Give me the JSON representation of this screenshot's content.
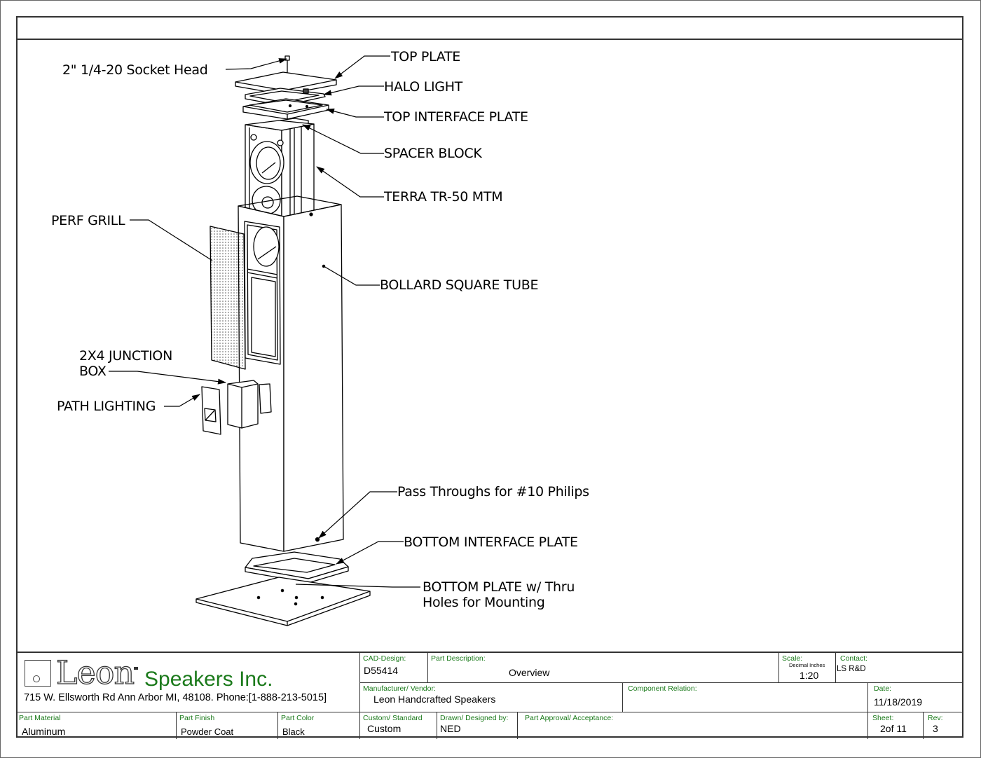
{
  "drawing": {
    "title": "Bollard speaker exploded assembly",
    "callouts": [
      {
        "id": "socket-head",
        "label": "2\"  1/4-20 Socket Head"
      },
      {
        "id": "top-plate",
        "label": "TOP PLATE"
      },
      {
        "id": "halo-light",
        "label": "HALO LIGHT"
      },
      {
        "id": "top-interface-plate",
        "label": "TOP INTERFACE PLATE"
      },
      {
        "id": "spacer-block",
        "label": "SPACER BLOCK"
      },
      {
        "id": "terra-tr50",
        "label": "TERRA TR-50 MTM"
      },
      {
        "id": "perf-grill",
        "label": "PERF GRILL"
      },
      {
        "id": "bollard-tube",
        "label": "BOLLARD SQUARE TUBE"
      },
      {
        "id": "junction-box",
        "label": "2X4 JUNCTION\nBOX"
      },
      {
        "id": "path-lighting",
        "label": "PATH LIGHTING"
      },
      {
        "id": "pass-throughs",
        "label": "Pass Throughs for #10 Philips"
      },
      {
        "id": "bottom-interface-plate",
        "label": "BOTTOM INTERFACE PLATE"
      },
      {
        "id": "bottom-plate",
        "label": "BOTTOM PLATE w/ Thru\nHoles for Mounting"
      }
    ]
  },
  "title_block": {
    "company": {
      "logo_text": "Leon",
      "name": "Speakers Inc.",
      "address": "715 W. Ellsworth Rd Ann Arbor MI,  48108. Phone:[1-888-213-5015]"
    },
    "part_material": {
      "label": "Part Material",
      "value": "Aluminum"
    },
    "part_finish": {
      "label": "Part Finish",
      "value": "Powder Coat"
    },
    "part_color": {
      "label": "Part Color",
      "value": "Black"
    },
    "cad_design": {
      "label": "CAD-Design:",
      "value": "D55414"
    },
    "part_description": {
      "label": "Part Description:",
      "value": "Overview"
    },
    "scale": {
      "label": "Scale:",
      "units": "Decimal Inches",
      "value": "1:20"
    },
    "contact": {
      "label": "Contact:",
      "value": "LS R&D"
    },
    "manufacturer": {
      "label": "Manufacturer/ Vendor:",
      "value": "Leon Handcrafted Speakers"
    },
    "component_relation": {
      "label": "Component Relation:",
      "value": ""
    },
    "date": {
      "label": "Date:",
      "value": "11/18/2019"
    },
    "custom_standard": {
      "label": "Custom/ Standard",
      "value": "Custom"
    },
    "drawn_by": {
      "label": "Drawn/ Designed by:",
      "value": "NED"
    },
    "part_approval": {
      "label": "Part Approval/ Acceptance:",
      "value": ""
    },
    "sheet": {
      "label": "Sheet:",
      "value": "2of 11"
    },
    "rev": {
      "label": "Rev:",
      "value": "3"
    }
  },
  "colors": {
    "label_green": "#1a7a1a",
    "brand_green": "#1b7a1b",
    "line": "#000000"
  }
}
